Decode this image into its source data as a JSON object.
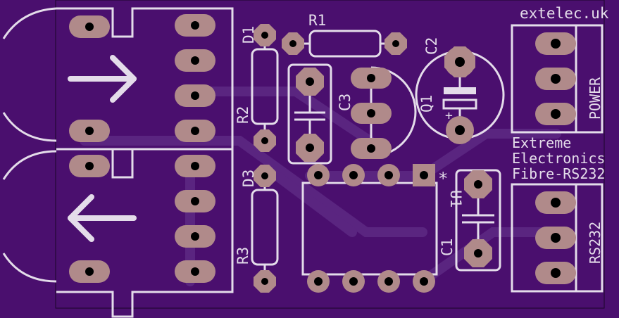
{
  "colors": {
    "board": "#4a0f6e",
    "trace": "#5a2580",
    "silk": "#e4dcea",
    "pad": "#b08a8a",
    "hole": "#000000"
  },
  "labels": {
    "brand": "extelec.uk",
    "title_line1": "Extreme",
    "title_line2": "Electronics",
    "title_line3": "Fibre-RS232",
    "power": "POWER",
    "rs232": "RS232",
    "d1": "D1",
    "r1": "R1",
    "c2": "C2",
    "r2": "R2",
    "c3": "C3",
    "q1": "Q1",
    "d3": "D3",
    "r3": "R3",
    "u1": "U1",
    "c1": "C1",
    "pin1_mark": "*",
    "cap_plus": "+"
  },
  "icons": {
    "tx_arrow": "arrow-right-icon",
    "rx_arrow": "arrow-left-icon"
  }
}
